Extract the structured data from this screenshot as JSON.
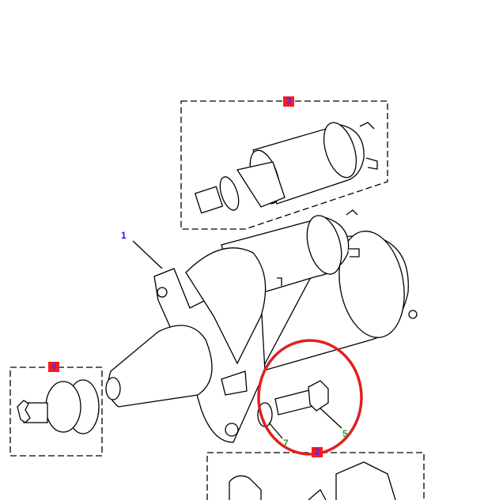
{
  "callouts": [
    {
      "id": "1",
      "label": "1",
      "style": "plain",
      "color": "#1a1aff"
    },
    {
      "id": "2",
      "label": "2",
      "style": "tag",
      "color": "#ff1a1a"
    },
    {
      "id": "3",
      "label": "3",
      "style": "tag",
      "color": "#ff1a1a"
    },
    {
      "id": "4",
      "label": "4",
      "style": "tag",
      "color": "#ff1a1a"
    },
    {
      "id": "5",
      "label": "5",
      "style": "plain",
      "color": "#2a9a2a"
    },
    {
      "id": "7",
      "label": "7",
      "style": "plain",
      "color": "#2a9a2a"
    }
  ],
  "highlight_color": "#e02020"
}
